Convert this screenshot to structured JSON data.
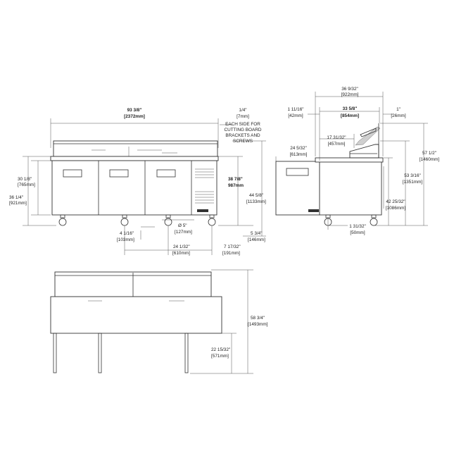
{
  "front_view": {
    "overall_width": {
      "imperial": "93 3/8\"",
      "metric": "[2372mm]"
    },
    "cabinet_height": {
      "imperial": "30 1/8\"",
      "metric": "[765mm]"
    },
    "work_height": {
      "imperial": "36 1/4\"",
      "metric": "[921mm]"
    },
    "cutting_board_offset": {
      "imperial": "1/4\"",
      "metric": "[7mm]"
    },
    "note_lines": [
      "EACH SIDE FOR",
      "CUTTING BOARD",
      "BRACKETS AND",
      "SCREWS"
    ],
    "board_height": {
      "imperial": "38 7/8\"",
      "metric": "987mm"
    },
    "rail_height": {
      "imperial": "44 5/8\"",
      "metric": "[1133mm]"
    },
    "caster_diameter": {
      "imperial": "Ø 5\"",
      "metric": "[127mm]"
    },
    "caster_height": {
      "imperial": "5 3/4\"",
      "metric": "[146mm]"
    },
    "side_inset": {
      "imperial": "4 1/16\"",
      "metric": "[103mm]"
    },
    "caster_spacing": {
      "imperial": "24 1/32\"",
      "metric": "[610mm]"
    },
    "caster_offset": {
      "imperial": "7 17/32\"",
      "metric": "[191mm]"
    }
  },
  "side_view": {
    "overall_depth": {
      "imperial": "36 9/32\"",
      "metric": "[922mm]"
    },
    "cabinet_depth": {
      "imperial": "33 5/8\"",
      "metric": "[854mm]"
    },
    "left_offset": {
      "imperial": "1 11/16\"",
      "metric": "[42mm]"
    },
    "right_offset": {
      "imperial": "1\"",
      "metric": "[26mm]"
    },
    "lid_depth": {
      "imperial": "17 31/32\"",
      "metric": "[457mm]"
    },
    "door_width": {
      "imperial": "24 5/32\"",
      "metric": "[613mm]"
    },
    "open_lid_height": {
      "imperial": "57 1/2\"",
      "metric": "[1460mm]"
    },
    "lid_height": {
      "imperial": "53 3/16\"",
      "metric": "[1351mm]"
    },
    "rail_height": {
      "imperial": "42 25/32\"",
      "metric": "[1086mm]"
    },
    "caster_gap": {
      "imperial": "1 31/32\"",
      "metric": "[50mm]"
    }
  },
  "lower_view": {
    "total_height": {
      "imperial": "58 3/4\"",
      "metric": "[1493mm]"
    },
    "leg_height": {
      "imperial": "22 15/32\"",
      "metric": "[571mm]"
    }
  },
  "labels": {
    "logo": "True"
  }
}
